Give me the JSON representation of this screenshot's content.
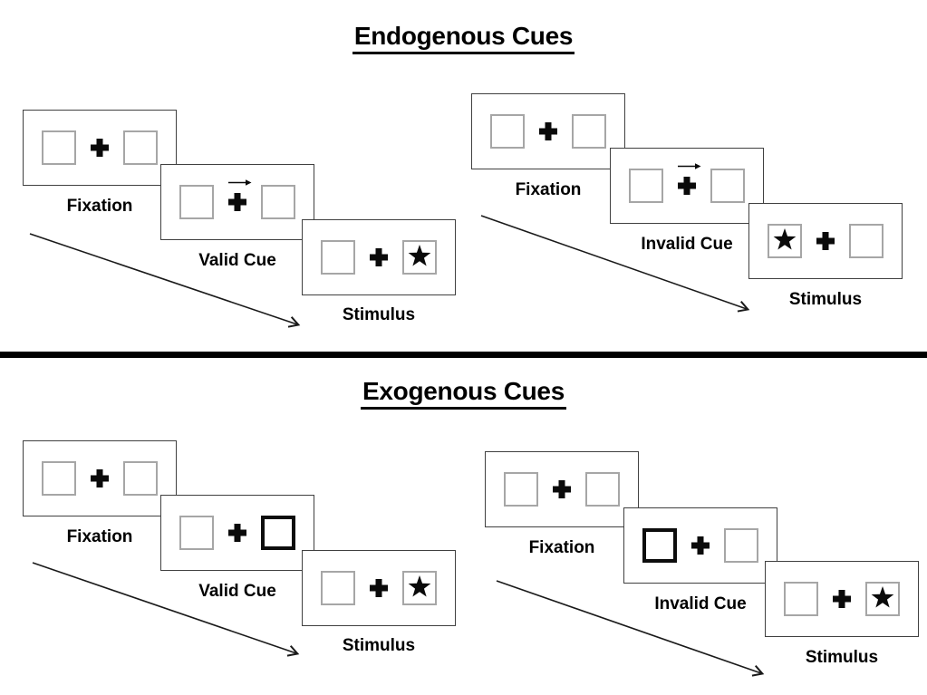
{
  "colors": {
    "background": "#ffffff",
    "ink": "#000000",
    "frame_border": "#404040",
    "placeholder_box_border": "#a6a6a6",
    "exogenous_cue_border": "#0d0d0d"
  },
  "icons": {
    "fixation_cross": "+",
    "cue_arrow": "→",
    "target_star": "★",
    "timeline_arrow": "↘"
  },
  "sections": [
    {
      "title": "Endogenous Cues",
      "trials": [
        {
          "name": "valid",
          "frames": [
            {
              "label": "Fixation",
              "content": "two-empty-boxes-with-central-cross"
            },
            {
              "label": "Valid Cue",
              "content": "right-pointing-arrow-above-central-cross"
            },
            {
              "label": "Stimulus",
              "content": "star-in-right-box"
            }
          ]
        },
        {
          "name": "invalid",
          "frames": [
            {
              "label": "Fixation",
              "content": "two-empty-boxes-with-central-cross"
            },
            {
              "label": "Invalid Cue",
              "content": "right-pointing-arrow-above-central-cross"
            },
            {
              "label": "Stimulus",
              "content": "star-in-left-box"
            }
          ]
        }
      ]
    },
    {
      "title": "Exogenous Cues",
      "trials": [
        {
          "name": "valid",
          "frames": [
            {
              "label": "Fixation",
              "content": "two-empty-boxes-with-central-cross"
            },
            {
              "label": "Valid Cue",
              "content": "thick-border-highlight-on-right-box"
            },
            {
              "label": "Stimulus",
              "content": "star-in-right-box"
            }
          ]
        },
        {
          "name": "invalid",
          "frames": [
            {
              "label": "Fixation",
              "content": "two-empty-boxes-with-central-cross"
            },
            {
              "label": "Invalid Cue",
              "content": "thick-border-highlight-on-left-box"
            },
            {
              "label": "Stimulus",
              "content": "star-in-right-box"
            }
          ]
        }
      ]
    }
  ]
}
